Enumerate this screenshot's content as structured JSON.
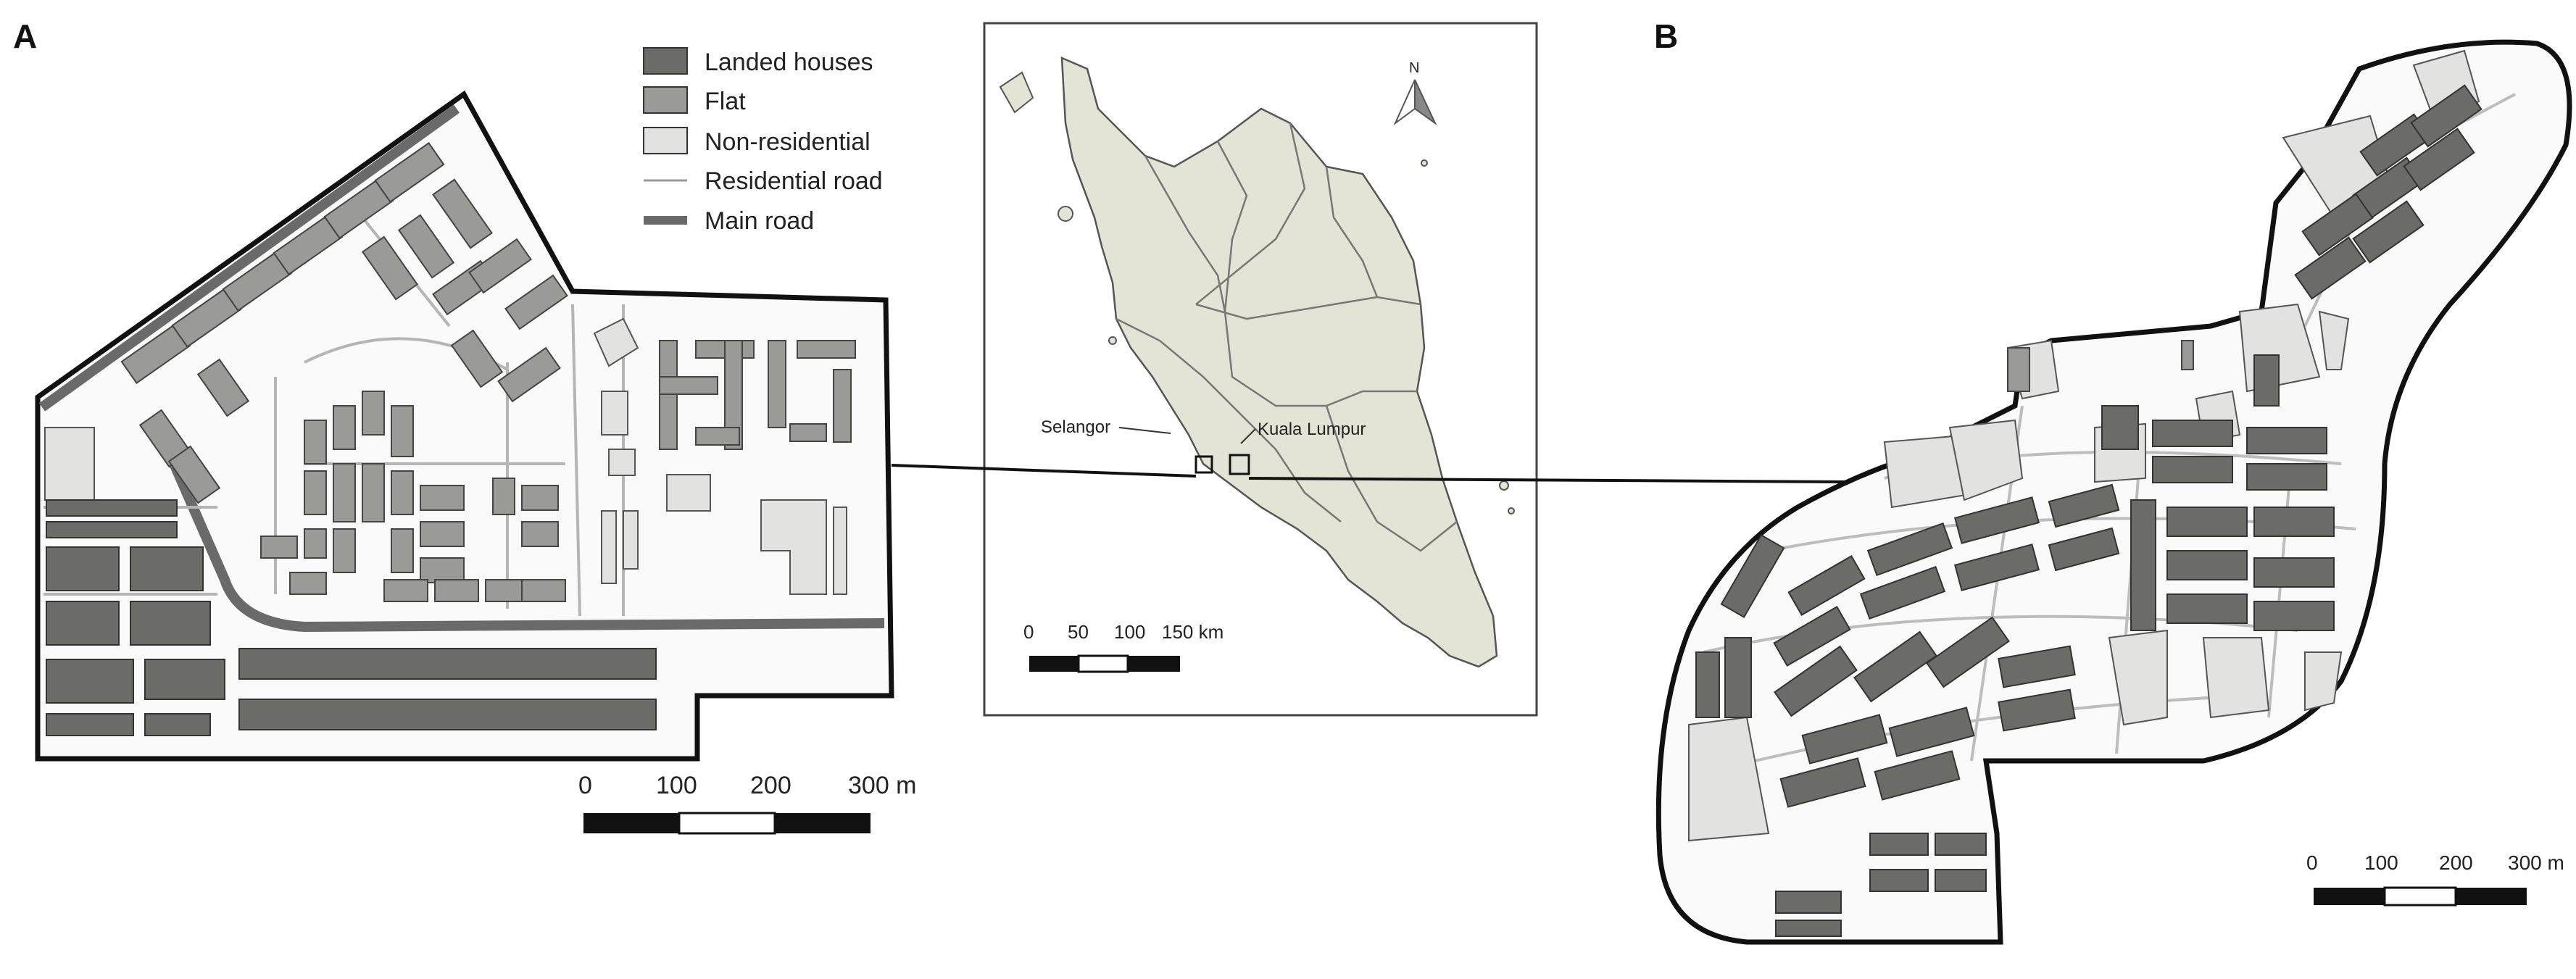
{
  "panels": {
    "a": {
      "label": "A"
    },
    "b": {
      "label": "B"
    }
  },
  "legend": {
    "items": [
      {
        "label": "Landed houses",
        "fill": "#6b6b68"
      },
      {
        "label": "Flat",
        "fill": "#9a9a96"
      },
      {
        "label": "Non-residential",
        "fill": "#e2e2e0"
      },
      {
        "label": "Residential road"
      },
      {
        "label": "Main road"
      }
    ]
  },
  "inset": {
    "state_label": "Selangor",
    "city_label": "Kuala Lumpur",
    "north_label": "N",
    "scale": {
      "ticks": [
        "0",
        "50",
        "100",
        "150 km"
      ]
    },
    "land_color": "#e4e4d6"
  },
  "scale_a": {
    "ticks": [
      "0",
      "100",
      "200",
      "300 m"
    ]
  },
  "scale_b": {
    "ticks": [
      "0",
      "100",
      "200",
      "300 m"
    ]
  },
  "colors": {
    "landed": "#6b6b68",
    "flat": "#9a9a96",
    "nonres": "#e2e2e0",
    "road": "#bdbdbd",
    "main_road": "#6a6a6a"
  }
}
